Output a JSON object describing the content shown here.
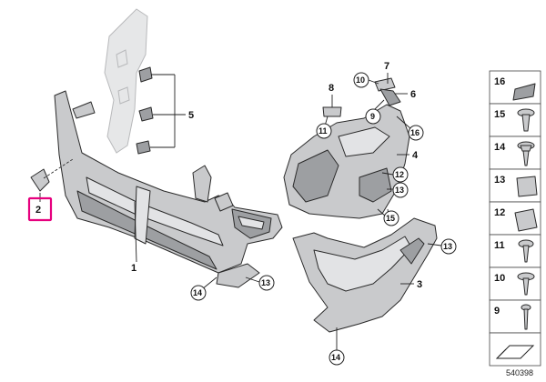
{
  "diagram_id": "540398",
  "callouts": {
    "c1": "1",
    "c2": "2",
    "c3": "3",
    "c4": "4",
    "c5": "5",
    "c6": "6",
    "c7": "7",
    "c8": "8",
    "c9": "9",
    "c10": "10",
    "c11": "11",
    "c12": "12",
    "c13a": "13",
    "c13b": "13",
    "c13c": "13",
    "c14a": "14",
    "c14b": "14",
    "c15": "15",
    "c16": "16"
  },
  "legend": [
    "16",
    "15",
    "14",
    "13",
    "12",
    "11",
    "10",
    "9"
  ],
  "colors": {
    "highlight": "#e6007e",
    "part": "#c9cacc",
    "line": "#222222"
  }
}
